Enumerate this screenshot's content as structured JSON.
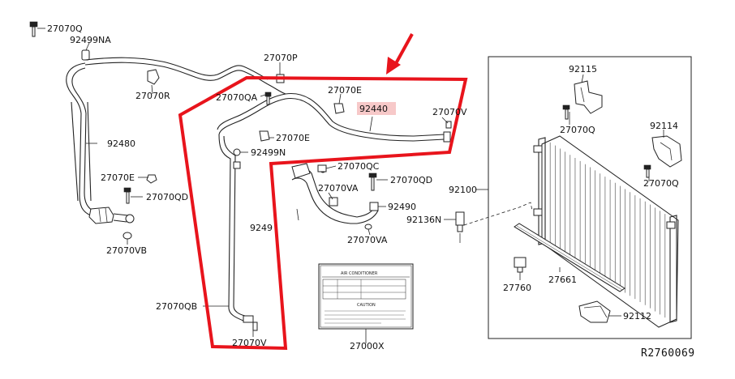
{
  "colors": {
    "highlight_outline": "#e8141c",
    "arrow": "#e8141c",
    "label_highlight_bg": "#f7c9c9"
  },
  "labels": {
    "p27070Q_top": "27070Q",
    "p92499NA": "92499NA",
    "p27070R": "27070R",
    "p27070P": "27070P",
    "p27070QA": "27070QA",
    "p27070E_top": "27070E",
    "p92440": "92440",
    "p27070V_right": "27070V",
    "p27070E_mid": "27070E",
    "p92499N": "92499N",
    "p27070QC": "27070QC",
    "p27070QD": "27070QD",
    "p27070VA_1": "27070VA",
    "p92490_a": "92490",
    "p92490_b": "9249",
    "p27070VA_2": "27070VA",
    "p92480": "92480",
    "p27070E_left": "27070E",
    "p27070QD_left": "27070QD",
    "p27070VB": "27070VB",
    "p27070QB": "27070QB",
    "p27070V_bottom": "27070V",
    "p27000X": "27000X",
    "p92115": "92115",
    "p27070Q_mid": "27070Q",
    "p92114": "92114",
    "p27070Q_right": "27070Q",
    "p92100": "92100",
    "p92136N": "92136N",
    "p27760": "27760",
    "p27661": "27661",
    "p92112": "92112"
  },
  "caution_label": {
    "title": "AIR CONDITIONER",
    "caution": "CAUTION"
  },
  "reference_code": "R2760069"
}
